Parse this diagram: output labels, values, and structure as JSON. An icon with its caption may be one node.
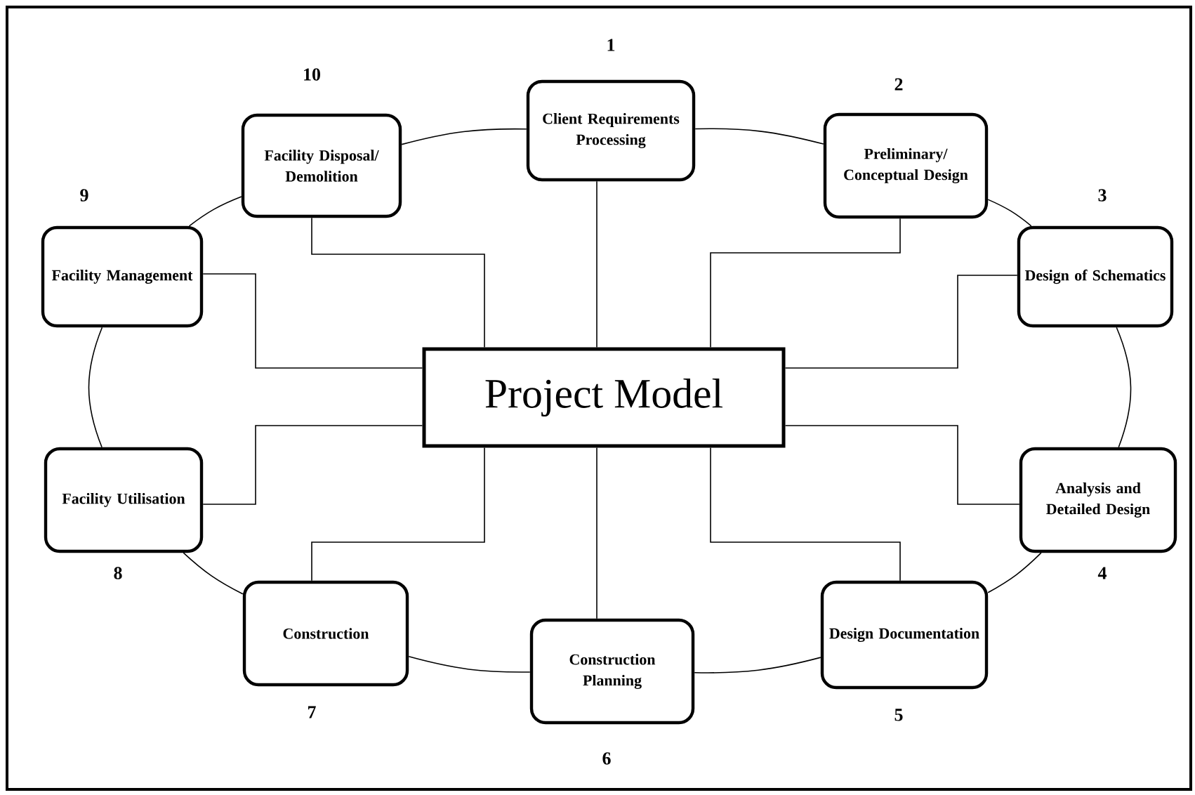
{
  "diagram": {
    "nodes": [
      {
        "text": [
          "Client Requirements Processing"
        ],
        "beside": [
          "1"
        ]
      },
      {
        "text": [
          "Preliminary/ Conceptual Design"
        ],
        "beside": [
          "2"
        ]
      },
      {
        "text": [
          "Design of Schematics"
        ],
        "beside": [
          "3"
        ]
      },
      {
        "text": [
          "Analysis and Detailed Design"
        ],
        "beside": [
          "4"
        ]
      },
      {
        "text": [
          "Design Documentation"
        ],
        "beside": [
          "5"
        ]
      },
      {
        "text": [
          "Construction Planning"
        ],
        "beside": [
          "6"
        ]
      },
      {
        "text": [
          "Construction"
        ],
        "beside": [
          "7"
        ]
      },
      {
        "text": [
          "Facility Utilisation"
        ],
        "beside": [
          "8"
        ]
      },
      {
        "text": [
          "Facility Management"
        ],
        "beside": [
          "9"
        ]
      },
      {
        "text": [
          "Facility Disposal/ Demolition"
        ],
        "beside": [
          "10"
        ]
      },
      {
        "text": [
          "Project Model"
        ]
      }
    ],
    "edges": [
      {
        "from": 0,
        "to": 1,
        "arrow": "none"
      },
      {
        "from": 1,
        "to": 2,
        "arrow": "none"
      },
      {
        "from": 2,
        "to": 3,
        "arrow": "none"
      },
      {
        "from": 3,
        "to": 4,
        "arrow": "none"
      },
      {
        "from": 4,
        "to": 5,
        "arrow": "none"
      },
      {
        "from": 5,
        "to": 6,
        "arrow": "none"
      },
      {
        "from": 6,
        "to": 7,
        "arrow": "none"
      },
      {
        "from": 7,
        "to": 8,
        "arrow": "none"
      },
      {
        "from": 8,
        "to": 9,
        "arrow": "none"
      },
      {
        "from": 9,
        "to": 0,
        "arrow": "none"
      },
      {
        "from": 10,
        "to": 0,
        "arrow": "none"
      },
      {
        "from": 10,
        "to": 1,
        "arrow": "none"
      },
      {
        "from": 10,
        "to": 2,
        "arrow": "none"
      },
      {
        "from": 10,
        "to": 3,
        "arrow": "none"
      },
      {
        "from": 10,
        "to": 4,
        "arrow": "none"
      },
      {
        "from": 10,
        "to": 5,
        "arrow": "none"
      },
      {
        "from": 10,
        "to": 6,
        "arrow": "none"
      },
      {
        "from": 10,
        "to": 7,
        "arrow": "none"
      },
      {
        "from": 10,
        "to": 8,
        "arrow": "none"
      },
      {
        "from": 10,
        "to": 9,
        "arrow": "none"
      }
    ]
  }
}
